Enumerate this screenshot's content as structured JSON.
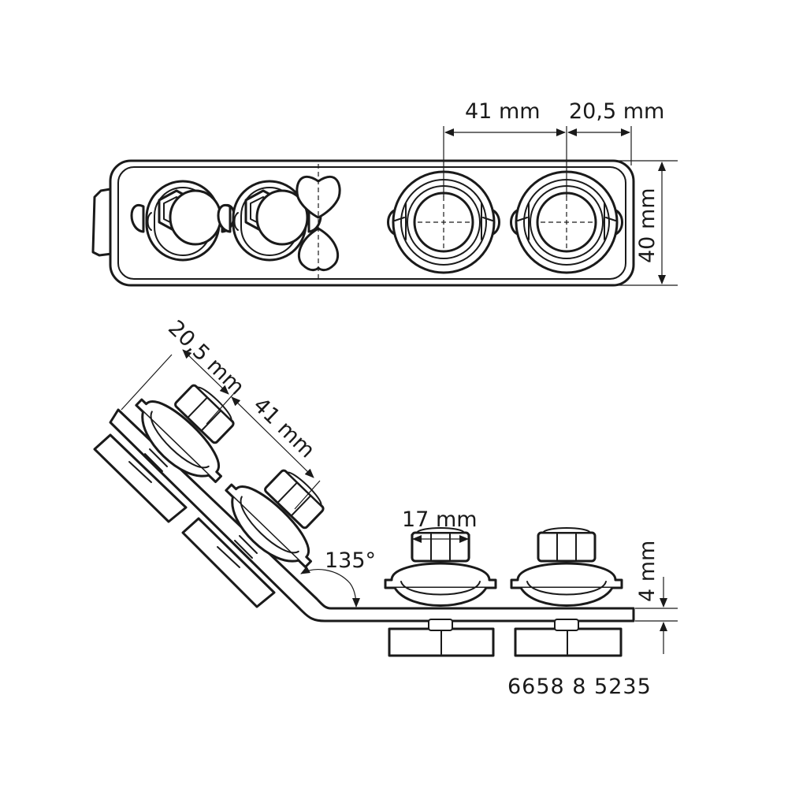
{
  "dimensions": {
    "top_spacing": "41 mm",
    "top_offset": "20,5 mm",
    "top_width": "40 mm",
    "side_offset": "20,5 mm",
    "side_spacing": "41 mm",
    "nut_size": "17 mm",
    "bend_angle": "135°",
    "thickness": "4 mm"
  },
  "part_number": "6658 8 5235"
}
